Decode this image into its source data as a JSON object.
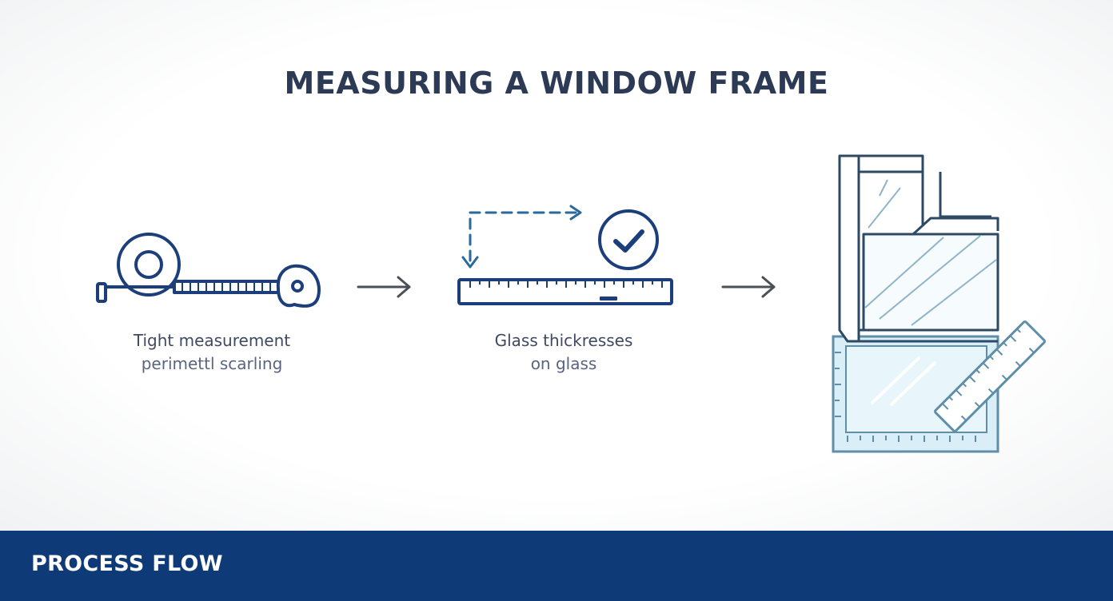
{
  "title": "MEASURING A WINDOW FRAME",
  "steps": [
    {
      "icon": "tape-measure-icon",
      "caption_line1": "Tight measurement",
      "caption_line2": "perimettl scarling"
    },
    {
      "icon": "ruler-check-icon",
      "caption_line1": "Glass thickresses",
      "caption_line2": "on glass"
    },
    {
      "icon": "window-frame-ruler-icon"
    }
  ],
  "connectors": [
    "arrow-right-icon",
    "arrow-right-icon"
  ],
  "footer": {
    "label": "PROCESS FLOW"
  },
  "colors": {
    "navy": "#0f3a78",
    "icon_stroke": "#1c3f7c",
    "dashed_arrow": "#2a6a9a",
    "glass": "#d9eef6",
    "title": "#2c3a55"
  }
}
